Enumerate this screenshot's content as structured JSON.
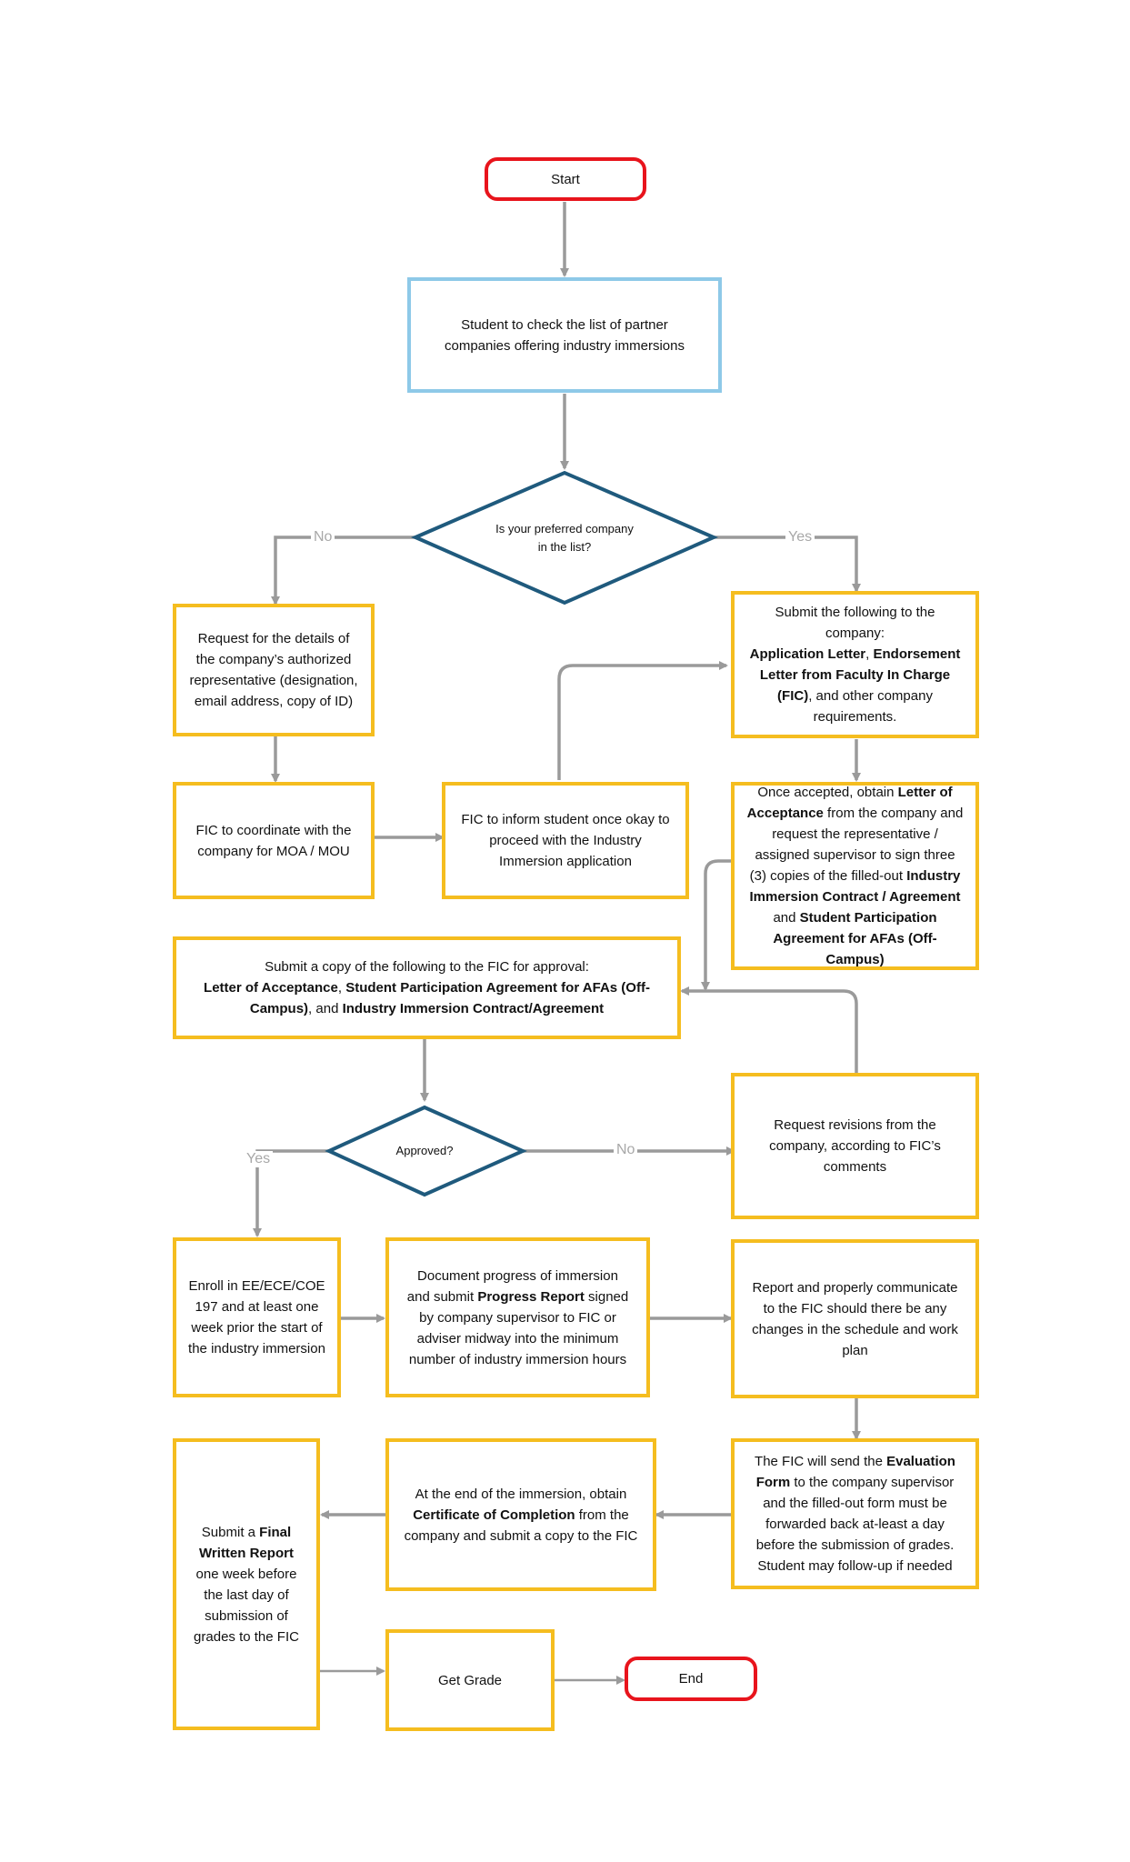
{
  "colors": {
    "process_border": "#f5bd1f",
    "start_border": "#8ec9e8",
    "terminal_border": "#e8141c",
    "decision_border": "#1f5a7d",
    "connector": "#999999"
  },
  "nodes": {
    "start": "Start",
    "check_list": "Student to check the list of partner companies offering industry immersions",
    "decision_company": "Is your preferred company in the list?",
    "request_details": "Request for the details of the company’s authorized representative (designation, email address, copy of ID)",
    "fic_coordinate": "FIC to coordinate with the company for MOA / MOU",
    "fic_inform": "FIC to inform student once okay to proceed with the Industry Immersion application",
    "submit_company": {
      "intro": "Submit the following to the company:",
      "b1": "Application Letter",
      "t1": ", ",
      "b2": "Endorsement Letter from Faculty In Charge (FIC)",
      "t2": ", and other company requirements."
    },
    "obtain_acceptance": {
      "t0": "Once accepted, obtain ",
      "b1": "Letter of Acceptance",
      "t1": " from the company and request the representative / assigned supervisor to sign three (3) copies of the filled-out ",
      "b2": "Industry Immersion Contract / Agreement",
      "t2": " and ",
      "b3": "Student Participation Agreement for AFAs (Off-Campus)"
    },
    "submit_fic": {
      "t0": "Submit a copy of the following to the FIC for approval:",
      "b1": "Letter of Acceptance",
      "t1": ", ",
      "b2": "Student Participation Agreement for AFAs (Off-Campus)",
      "t2": ", and ",
      "b3": "Industry Immersion Contract/Agreement"
    },
    "decision_approved": "Approved?",
    "request_revisions": "Request revisions from the company, according to FIC’s comments",
    "enroll": "Enroll in EE/ECE/COE 197 and at least one week prior the start of the industry immersion",
    "document_progress": {
      "t0": "Document progress of immersion and submit ",
      "b1": "Progress Report",
      "t1": " signed by company supervisor to FIC or adviser midway into the minimum number of industry immersion hours"
    },
    "report_changes": "Report and properly communicate to the FIC should there be any changes in the schedule and work plan",
    "evaluation_form": {
      "t0": "The FIC will send the ",
      "b1": "Evaluation Form",
      "t1": " to the company supervisor and the filled-out form must be forwarded back at-least a day before the submission of grades. Student may follow-up if needed"
    },
    "certificate": {
      "t0": "At the end of the immersion, obtain ",
      "b1": "Certificate of Completion",
      "t1": " from the company and submit a copy to the FIC"
    },
    "final_report": {
      "t0": "Submit a ",
      "b1": "Final Written Report",
      "t1": " one week before the last day of submission of grades to the FIC"
    },
    "get_grade": "Get Grade",
    "end": "End"
  },
  "edge_labels": {
    "no_1": "No",
    "yes_1": "Yes",
    "yes_2": "Yes",
    "no_2": "No"
  }
}
